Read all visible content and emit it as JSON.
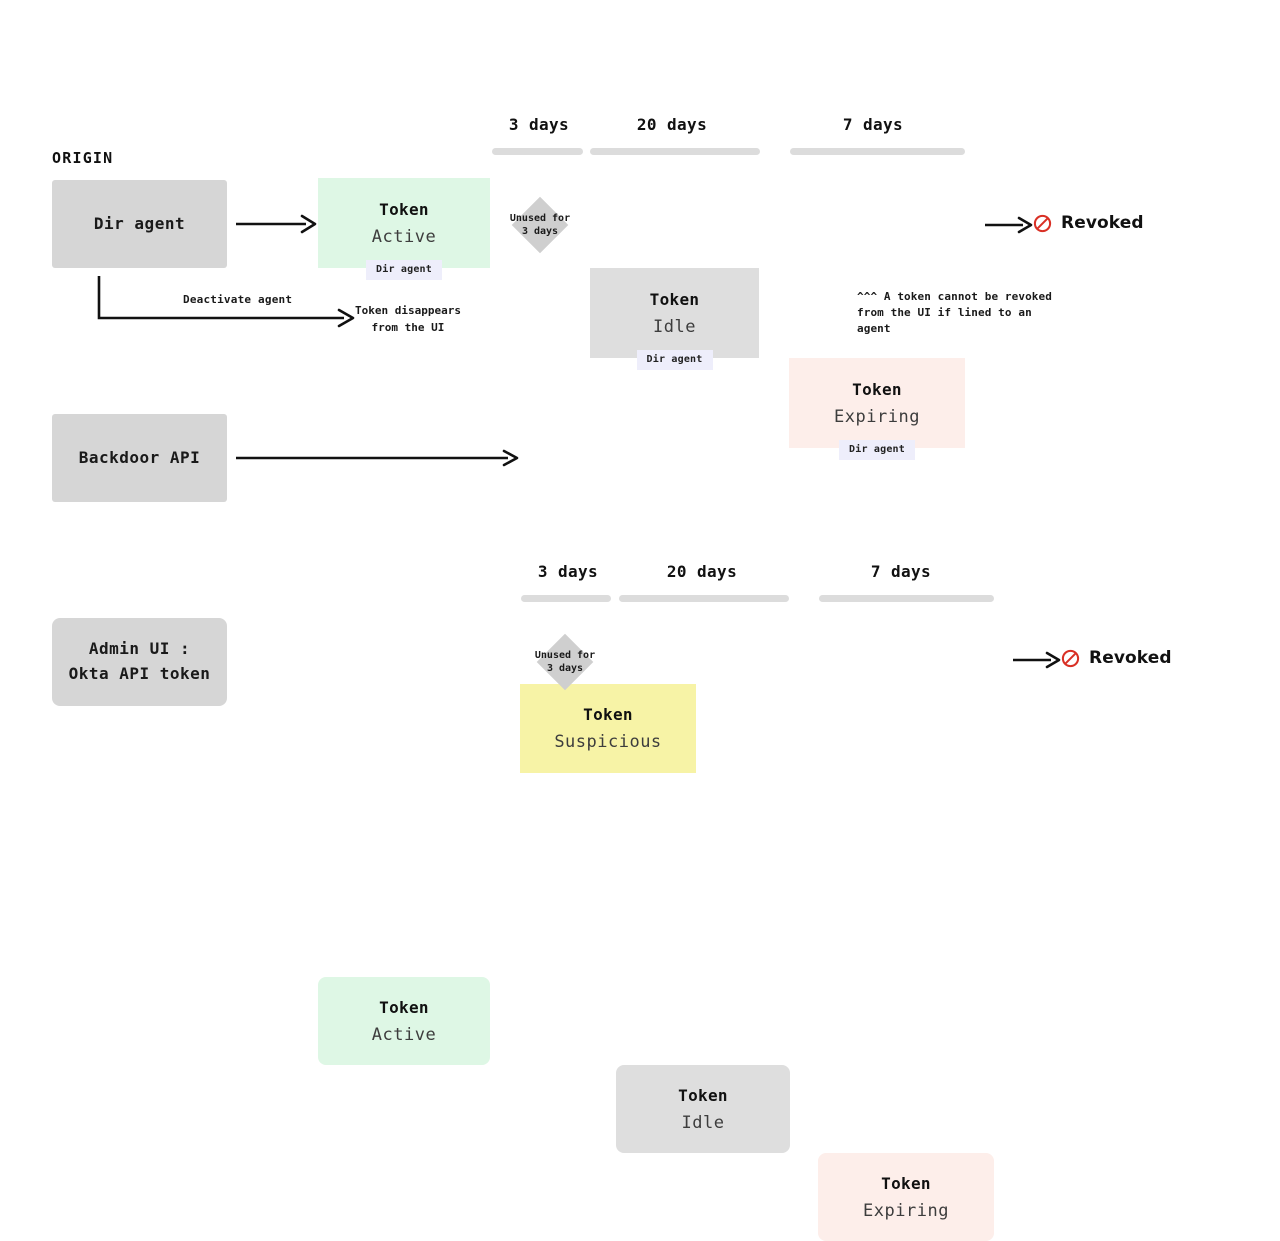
{
  "diagram": {
    "origin_label": "ORIGIN",
    "timeline": {
      "segments": [
        {
          "label": "3 days"
        },
        {
          "label": "20 days"
        },
        {
          "label": "7 days"
        }
      ]
    },
    "row1": {
      "source": "Dir agent",
      "stages": [
        {
          "title": "Token",
          "state": "Active",
          "tag": "Dir agent"
        },
        {
          "title": "Token",
          "state": "Idle",
          "tag": "Dir agent"
        },
        {
          "title": "Token",
          "state": "Expiring",
          "tag": "Dir agent"
        }
      ],
      "diamond": {
        "line1": "Unused for",
        "line2": "3 days"
      },
      "terminal": {
        "label": "Revoked",
        "icon": "prohibited-icon"
      },
      "branch": {
        "edge_label": "Deactivate agent",
        "target_line1": "Token disappears",
        "target_line2": "from the UI"
      },
      "note": "^^^ A token cannot be revoked from the UI if lined to an agent",
      "note_lines": [
        "^^^ A token cannot be revoked",
        "from the UI if lined to an",
        "agent"
      ]
    },
    "row2": {
      "source": "Backdoor API",
      "stages": [
        {
          "title": "Token",
          "state": "Suspicious"
        }
      ]
    },
    "row3": {
      "source_line1": "Admin UI :",
      "source_line2": "Okta API token",
      "stages": [
        {
          "title": "Token",
          "state": "Active"
        },
        {
          "title": "Token",
          "state": "Idle"
        },
        {
          "title": "Token",
          "state": "Expiring"
        }
      ],
      "diamond": {
        "line1": "Unused for",
        "line2": "3 days"
      },
      "terminal": {
        "label": "Revoked",
        "icon": "prohibited-icon"
      }
    },
    "colors": {
      "origin_box": "#d6d6d6",
      "active": "#def7e5",
      "idle": "#dedede",
      "expiring": "#fdeeea",
      "suspicious": "#f7f3a6",
      "tag_bg": "#eeeefb",
      "timebar": "#dcdcdc",
      "diamond": "#cfcfcf",
      "revoked_icon": "#d93025",
      "stroke": "#111111"
    }
  }
}
